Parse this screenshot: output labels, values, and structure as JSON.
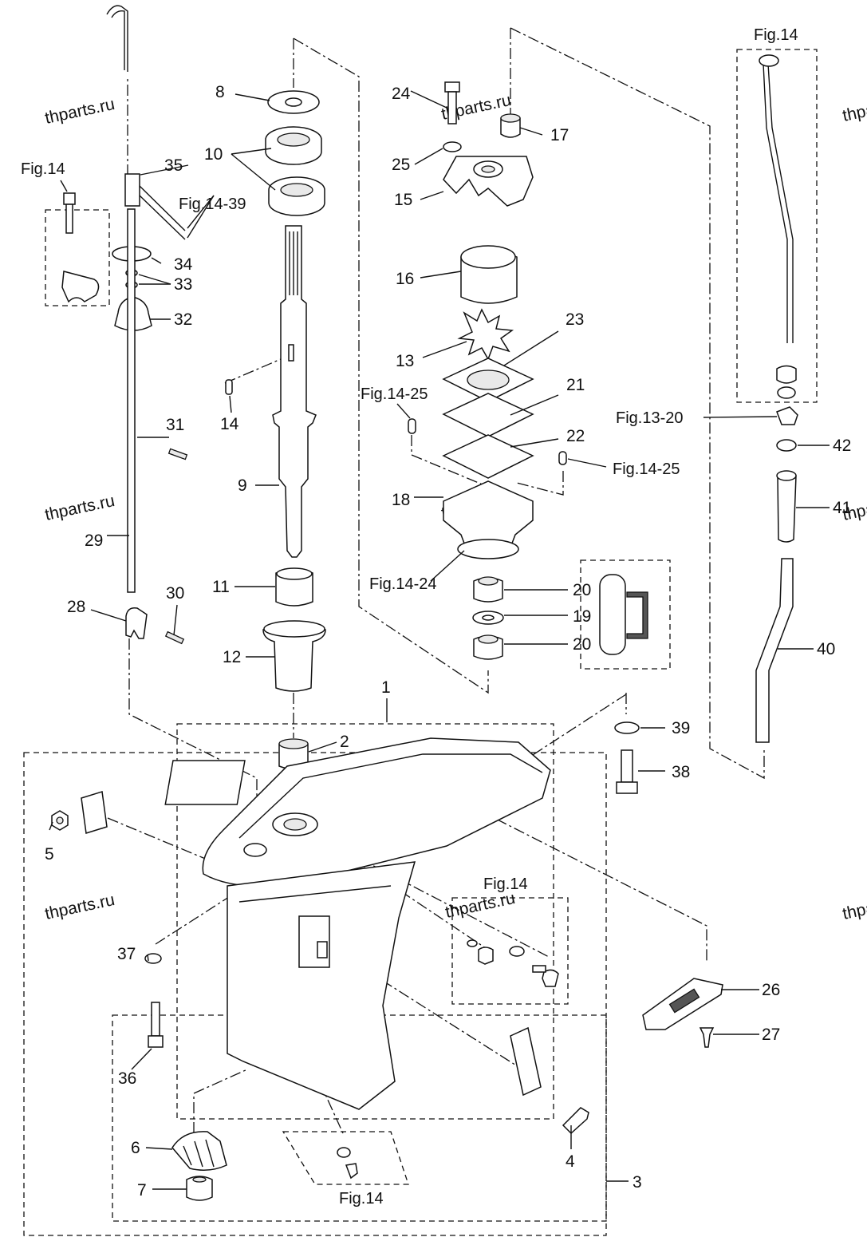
{
  "watermark": "thparts.ru",
  "fig_labels": {
    "fig14_top_right": "Fig.14",
    "fig14_top_left": "Fig.14",
    "fig14_39": "Fig.14-39",
    "fig14_25_left": "Fig.14-25",
    "fig14_25_right": "Fig.14-25",
    "fig13_20": "Fig.13-20",
    "fig14_24": "Fig.14-24",
    "fig14_mid": "Fig.14",
    "fig14_bottom": "Fig.14"
  },
  "callouts": {
    "c1": "1",
    "c2": "2",
    "c3": "3",
    "c4": "4",
    "c5": "5",
    "c6": "6",
    "c7": "7",
    "c8": "8",
    "c9": "9",
    "c10": "10",
    "c11": "11",
    "c12": "12",
    "c13": "13",
    "c14": "14",
    "c15": "15",
    "c16": "16",
    "c17": "17",
    "c18": "18",
    "c19": "19",
    "c20a": "20",
    "c20b": "20",
    "c21": "21",
    "c22": "22",
    "c23": "23",
    "c24": "24",
    "c25": "25",
    "c26": "26",
    "c27": "27",
    "c28": "28",
    "c29": "29",
    "c30": "30",
    "c31": "31",
    "c32": "32",
    "c33": "33",
    "c34": "34",
    "c35": "35",
    "c36": "36",
    "c37": "37",
    "c38": "38",
    "c39": "39",
    "c40": "40",
    "c41": "41",
    "c42": "42"
  }
}
